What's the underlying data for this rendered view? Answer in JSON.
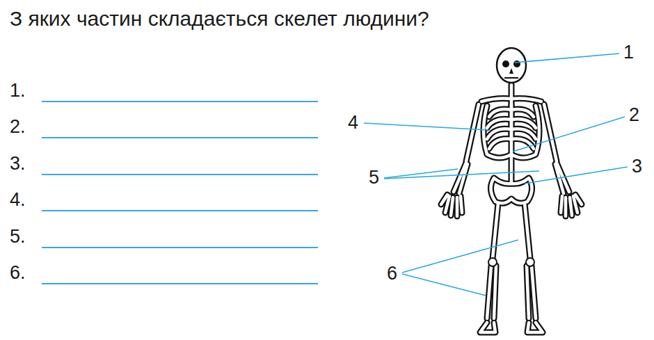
{
  "diagram": {
    "title": "З яких частин складається скелет людини?",
    "labels": [
      "1.",
      "2.",
      "3.",
      "4.",
      "5.",
      "6.",
      "1",
      "4",
      "2",
      "5",
      "3",
      "6"
    ]
  }
}
